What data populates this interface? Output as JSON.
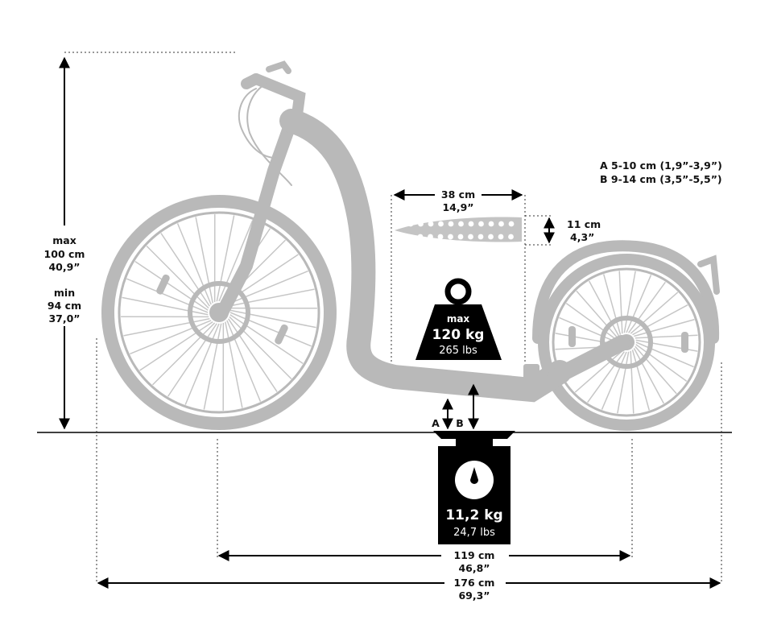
{
  "height_dim": {
    "max_label": "max",
    "max_cm": "100 cm",
    "max_in": "40,9”",
    "min_label": "min",
    "min_cm": "94 cm",
    "min_in": "37,0”"
  },
  "clearance": {
    "a_line": "A 5-10 cm (1,9”-3,9”)",
    "b_line": "B 9-14 cm (3,5”-5,5”)",
    "a_marker": "A",
    "b_marker": "B"
  },
  "deck": {
    "length_cm": "38 cm",
    "length_in": "14,9”",
    "width_cm": "11 cm",
    "width_in": "4,3”"
  },
  "max_load": {
    "label": "max",
    "kg": "120 kg",
    "lbs": "265 lbs"
  },
  "weight": {
    "kg": "11,2 kg",
    "lbs": "24,7 lbs"
  },
  "wheelbase": {
    "cm": "119 cm",
    "in": "46,8”"
  },
  "total_length": {
    "cm": "176 cm",
    "in": "69,3”"
  },
  "colors": {
    "scooter_gray": "#b9b9b9",
    "ink": "#000000"
  }
}
